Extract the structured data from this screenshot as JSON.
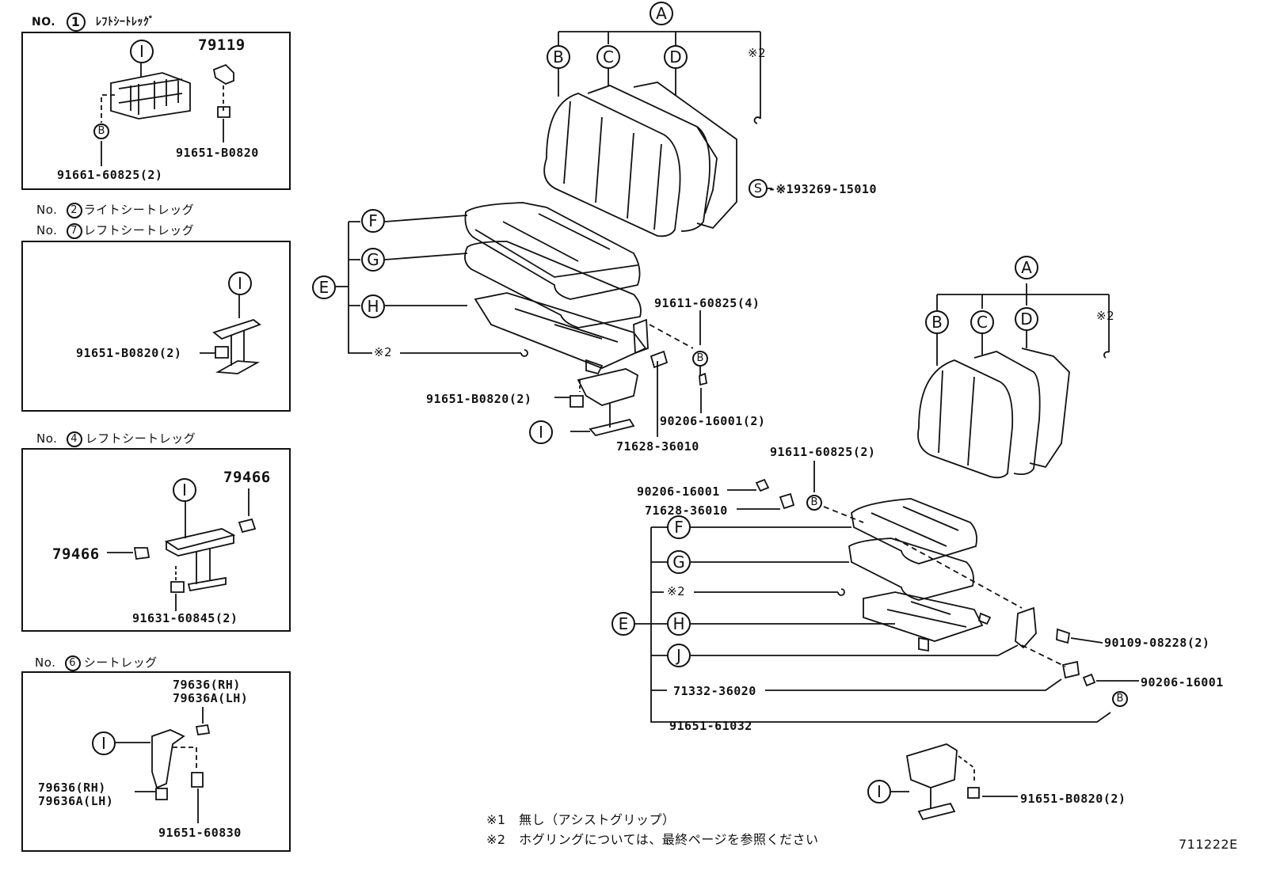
{
  "box1": {
    "no": "NO.",
    "num": "1",
    "title": "ﾚﾌﾄｼｰﾄﾚｯｸﾞ",
    "part_a": "79119",
    "part_b": "91651-B0820",
    "part_c": "91661-60825(2)",
    "ref_i": "I",
    "ref_b": "B"
  },
  "box2": {
    "no_a": "No.",
    "num_a": "2",
    "title_a": "ライトシートレッグ",
    "no_b": "No.",
    "num_b": "7",
    "title_b": "レフトシートレッグ",
    "part_a": "91651-B0820(2)",
    "ref_i": "I"
  },
  "box3": {
    "no": "No.",
    "num": "4",
    "title": "レフトシートレッグ",
    "part_a": "79466",
    "part_b": "79466",
    "part_c": "91631-60845(2)",
    "ref_i": "I"
  },
  "box4": {
    "no": "No.",
    "num": "6",
    "title": "シートレッグ",
    "part_a1": "79636(RH)",
    "part_a2": "79636A(LH)",
    "part_b1": "79636(RH)",
    "part_b2": "79636A(LH)",
    "part_c": "91651-60830",
    "ref_i": "I"
  },
  "upper": {
    "ref_a": "A",
    "ref_b": "B",
    "ref_c": "C",
    "ref_d": "D",
    "note2": "※2",
    "ref_s": "S",
    "part_s": "-※193269-15010",
    "ref_e": "E",
    "ref_f": "F",
    "ref_g": "G",
    "ref_h": "H",
    "note2b": "※2",
    "p1": "91611-60825(4)",
    "ref_b2": "B",
    "p2": "91651-B0820(2)",
    "p3": "90206-16001(2)",
    "ref_i": "I",
    "p4": "71628-36010"
  },
  "lower": {
    "ref_a": "A",
    "ref_b": "B",
    "ref_c": "C",
    "ref_d": "D",
    "note2": "※2",
    "p1": "91611-60825(2)",
    "p2": "90206-16001",
    "p3": "71628-36010",
    "ref_b2": "B",
    "ref_f": "F",
    "ref_g": "G",
    "note2b": "※2",
    "ref_e": "E",
    "ref_h": "H",
    "ref_j": "J",
    "p4": "90109-08228(2)",
    "p5": "71332-36020",
    "p6": "90206-16001",
    "ref_b3": "B",
    "p7": "91651-61032",
    "ref_i": "I",
    "p8": "91651-B0820(2)"
  },
  "notes": {
    "n1": "※1　無し（アシストグリップ）",
    "n2": "※2　ホグリングについては、最終ページを参照ください"
  },
  "diagram_id": "711222E"
}
